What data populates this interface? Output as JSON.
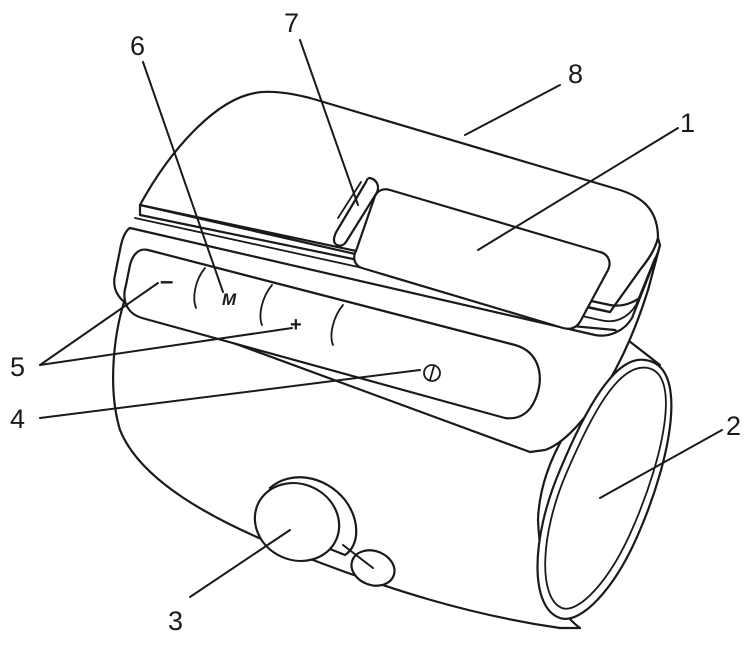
{
  "callouts": {
    "display": "1",
    "cuff": "2",
    "air_connector": "3",
    "start_stop_button": "4",
    "adjust_buttons": "5",
    "memory_button": "6",
    "indicator_light": "7",
    "battery_compartment": "8"
  },
  "buttons": {
    "minus": "–",
    "memory": "M",
    "plus": "+",
    "power": "⏻"
  },
  "colors": {
    "stroke": "#1a1a1a",
    "fill": "#ffffff"
  }
}
